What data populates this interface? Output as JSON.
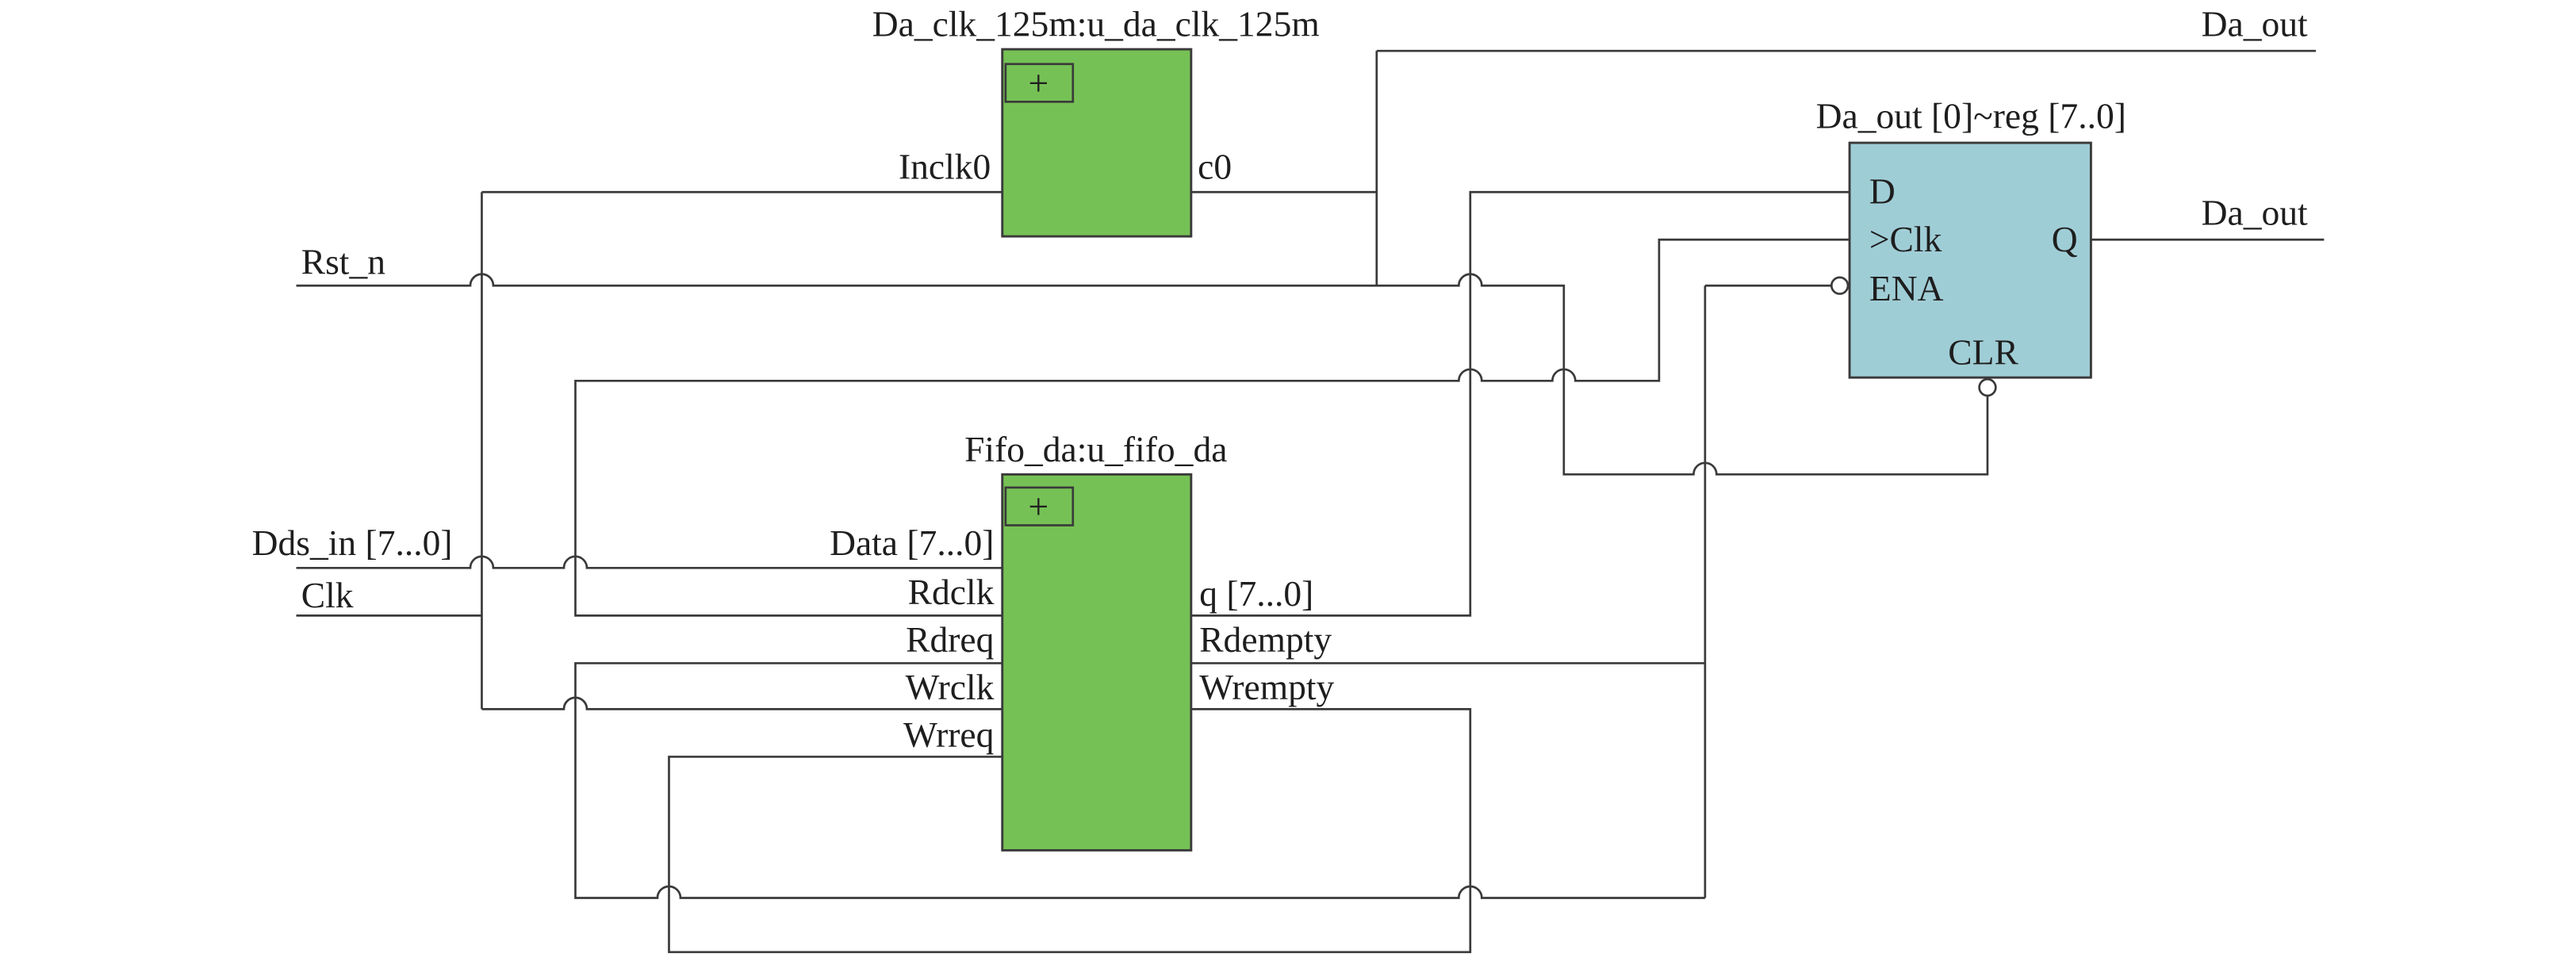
{
  "diagram": {
    "pll": {
      "title": "Da_clk_125m:u_da_clk_125m",
      "expand_symbol": "+",
      "inputs": [
        "Inclk0"
      ],
      "outputs": [
        "c0"
      ]
    },
    "fifo": {
      "title": "Fifo_da:u_fifo_da",
      "expand_symbol": "+",
      "inputs": [
        "Data [7...0]",
        "Rdclk",
        "Rdreq",
        "Wrclk",
        "Wrreq"
      ],
      "outputs": [
        "q [7...0]",
        "Rdempty",
        "Wrempty"
      ]
    },
    "register": {
      "title": "Da_out [0]~reg [7..0]",
      "inputs": [
        "D",
        ">Clk",
        "ENA"
      ],
      "outputs": [
        "Q"
      ],
      "clear": "CLR"
    },
    "signals": {
      "rst_n": "Rst_n",
      "dds_in": "Dds_in [7...0]",
      "clk": "Clk",
      "da_out_top": "Da_out",
      "da_out_q": "Da_out"
    },
    "colors": {
      "module_fill": "#76c155",
      "register_fill": "#9fcdd6",
      "wire": "#3a3a3a"
    }
  }
}
